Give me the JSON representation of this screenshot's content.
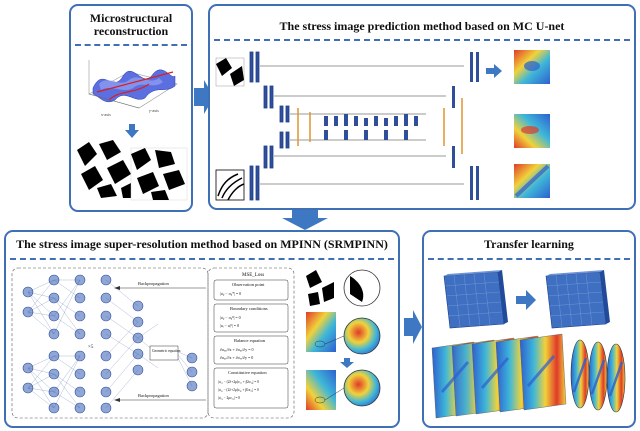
{
  "panels": {
    "microstructural": {
      "title_line1": "Microstructural",
      "title_line2": "reconstruction"
    },
    "mcunet": {
      "title": "The stress image prediction method based on MC U-net"
    },
    "srmpinn": {
      "title": "The stress image super-resolution method based on MPINN (SRMPINN)"
    },
    "transfer": {
      "title": "Transfer learning"
    }
  },
  "srmpinn_labels": {
    "backprop_top": "Backpropagation",
    "backprop_bottom": "Backpropagation",
    "mse_loss": "MSE_Loss",
    "observation_point": "Observation point",
    "boundary_conditions": "Boundary conditions",
    "balance_equation": "Balance equation",
    "constitutive_equation": "Constitutive equation",
    "geometric_equation": "Geometric equation",
    "layers_note": "×5",
    "eq_obs": "|σᵢⱼ − σᵢⱼ*| = 0",
    "eq_bc1": "|σᵢⱼ − σᵢⱼᴮ| = 0",
    "eq_bc2": "|uᵢ − uᵢᴮ| = 0",
    "eq_bal1": "∂σₓₓ/∂x + ∂σₓᵧ/∂y = 0",
    "eq_bal2": "∂σₓᵧ/∂x + ∂σᵧᵧ/∂y = 0",
    "eq_con1": "|σₓₓ − (2λ+2μ)εₓₓ + βλεᵧᵧ| = 0",
    "eq_con2": "|σᵧᵧ − (2λ+2μ)εᵧᵧ + βλεₓₓ| = 0",
    "eq_con3": "|σₓᵧ − 2μεₓᵧ| = 0"
  },
  "colors": {
    "frame": "#3f6fb5",
    "arrow": "#3f78c2",
    "stress_red": "#e03a2a",
    "stress_yellow": "#f1d23a",
    "stress_blue": "#2e5fd0",
    "stress_cyan": "#3fb7d8"
  }
}
